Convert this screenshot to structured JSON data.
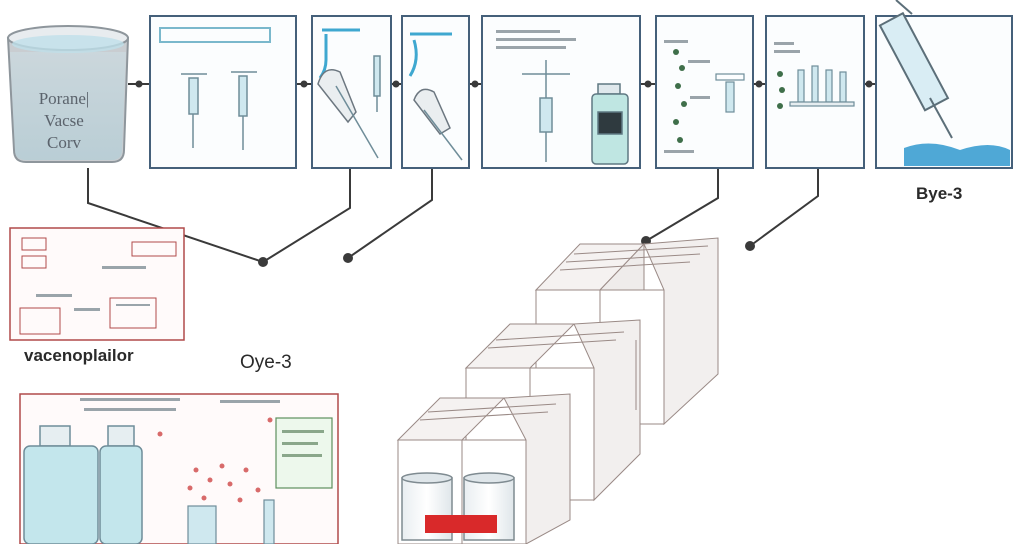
{
  "beaker": {
    "lines": [
      "Porane|",
      "Vacse",
      "Corv"
    ]
  },
  "labels": {
    "top_right": "Bye-3",
    "left_panel": "vacenoplailor",
    "middle": "Oye-3"
  },
  "colors": {
    "frame": "#45607a",
    "liquid": "#a9d6e3",
    "accent_red": "#c0392b",
    "connector": "#3a3a3a"
  },
  "icons": [
    "beaker-icon",
    "syringe-icon",
    "vial-icon",
    "test-tube-icon",
    "bottle-icon",
    "cabinet-icon"
  ]
}
